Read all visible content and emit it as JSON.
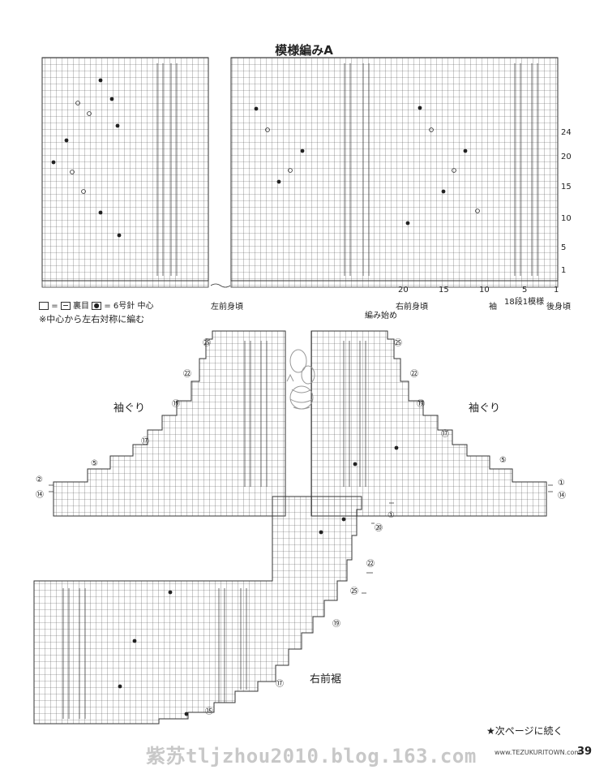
{
  "title": "模様編みA",
  "legend": {
    "equals": "=",
    "purl": "裏目",
    "needle": "6号針",
    "center": "中心"
  },
  "note": "※中心から左右対称に編む",
  "labels": {
    "left_front": "左前身頃",
    "right_front": "右前身頃",
    "sleeve": "袖",
    "repeat": "18段1模様",
    "back": "後身頃",
    "start": "編み始め",
    "armhole_left": "袖ぐり",
    "armhole_right": "袖ぐり",
    "right_hem": "右前裾"
  },
  "axis": {
    "rows": [
      "1",
      "5",
      "10",
      "15",
      "20",
      "24"
    ],
    "cols": [
      "20",
      "15",
      "10",
      "5",
      "1"
    ]
  },
  "markers": [
    "㉕",
    "㉒",
    "⑲",
    "⑰",
    "⑮",
    "⑤",
    "②",
    "⑭",
    "①",
    "⑳"
  ],
  "footer": {
    "next": "★次ページに続く",
    "watermark": "紫苏tljzhou2010.blog.163.com",
    "url": "www.TEZUKURITOWN.com",
    "page": "39"
  }
}
